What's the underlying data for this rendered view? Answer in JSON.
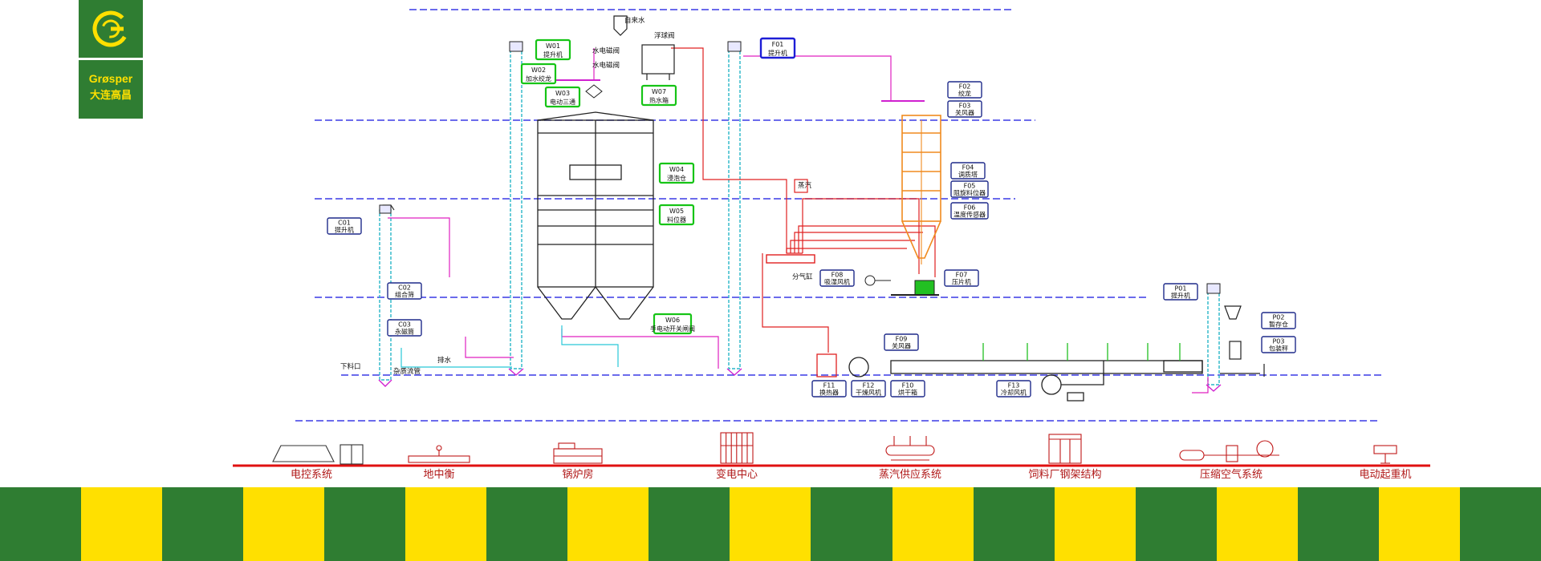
{
  "brand": {
    "name_en": "Grøsper",
    "name_cn": "大连高昌",
    "green": "#2f7d32",
    "yellow": "#ffe000",
    "icon": "g-logo-icon"
  },
  "equipment_tags": [
    {
      "code": "W01",
      "label": "提升机",
      "style": "green"
    },
    {
      "code": "W02",
      "label": "加水绞龙",
      "style": "green"
    },
    {
      "code": "W03",
      "label": "电动三通",
      "style": "green"
    },
    {
      "code": "W04",
      "label": "浸泡仓",
      "style": "green"
    },
    {
      "code": "W05",
      "label": "料位器",
      "style": "green"
    },
    {
      "code": "W06",
      "label": "手电动开关闸阀",
      "style": "green"
    },
    {
      "code": "W07",
      "label": "热水箱",
      "style": "green"
    },
    {
      "code": "F01",
      "label": "提升机",
      "style": "blue"
    },
    {
      "code": "F02",
      "label": "绞龙",
      "style": "normal"
    },
    {
      "code": "F03",
      "label": "关风器",
      "style": "normal"
    },
    {
      "code": "F04",
      "label": "调质塔",
      "style": "normal"
    },
    {
      "code": "F05",
      "label": "阻旋料位器",
      "style": "normal"
    },
    {
      "code": "F06",
      "label": "温度传感器",
      "style": "normal"
    },
    {
      "code": "F07",
      "label": "压片机",
      "style": "normal"
    },
    {
      "code": "F08",
      "label": "吸湿风机",
      "style": "normal"
    },
    {
      "code": "F09",
      "label": "关风器",
      "style": "normal"
    },
    {
      "code": "F10",
      "label": "烘干箱",
      "style": "normal"
    },
    {
      "code": "F11",
      "label": "换热器",
      "style": "normal"
    },
    {
      "code": "F12",
      "label": "干燥风机",
      "style": "normal"
    },
    {
      "code": "F13",
      "label": "冷却风机",
      "style": "normal"
    },
    {
      "code": "C01",
      "label": "提升机",
      "style": "normal"
    },
    {
      "code": "C02",
      "label": "组合筛",
      "style": "normal"
    },
    {
      "code": "C03",
      "label": "永磁筒",
      "style": "normal"
    },
    {
      "code": "P01",
      "label": "提升机",
      "style": "normal"
    },
    {
      "code": "P02",
      "label": "暂存仓",
      "style": "normal"
    },
    {
      "code": "P03",
      "label": "包装秤",
      "style": "normal"
    }
  ],
  "labels": {
    "tap_water": "自来水",
    "float_valve": "浮球阀",
    "water_solenoid_1": "水电磁阀",
    "water_solenoid_2": "水电磁阀",
    "steam_header": "分气缸",
    "drain": "排水",
    "impurity_pipe": "杂质流管",
    "feed_pit": "下料口",
    "steam_trap": "蒸汽"
  },
  "systems": [
    {
      "label": "电控系统",
      "icon": "control-panel-icon"
    },
    {
      "label": "地中衡",
      "icon": "weighbridge-icon"
    },
    {
      "label": "锅炉房",
      "icon": "boiler-icon"
    },
    {
      "label": "变电中心",
      "icon": "substation-icon"
    },
    {
      "label": "蒸汽供应系统",
      "icon": "steam-supply-icon"
    },
    {
      "label": "饲料厂钢架结构",
      "icon": "steel-frame-icon"
    },
    {
      "label": "压缩空气系统",
      "icon": "compressed-air-icon"
    },
    {
      "label": "电动起重机",
      "icon": "crane-icon"
    }
  ],
  "colors": {
    "floor_line": "#3a3ae6",
    "base_line": "#e01010",
    "steam": "#e02020",
    "water": "#e020c0",
    "tower": "#f08a1e",
    "elevator": "#29b6c8"
  },
  "stripes": [
    "#2f7d32",
    "#ffe000",
    "#2f7d32",
    "#ffe000",
    "#2f7d32",
    "#ffe000",
    "#2f7d32",
    "#ffe000",
    "#2f7d32",
    "#ffe000",
    "#2f7d32",
    "#ffe000",
    "#2f7d32",
    "#ffe000",
    "#2f7d32",
    "#ffe000",
    "#2f7d32",
    "#ffe000",
    "#2f7d32"
  ]
}
